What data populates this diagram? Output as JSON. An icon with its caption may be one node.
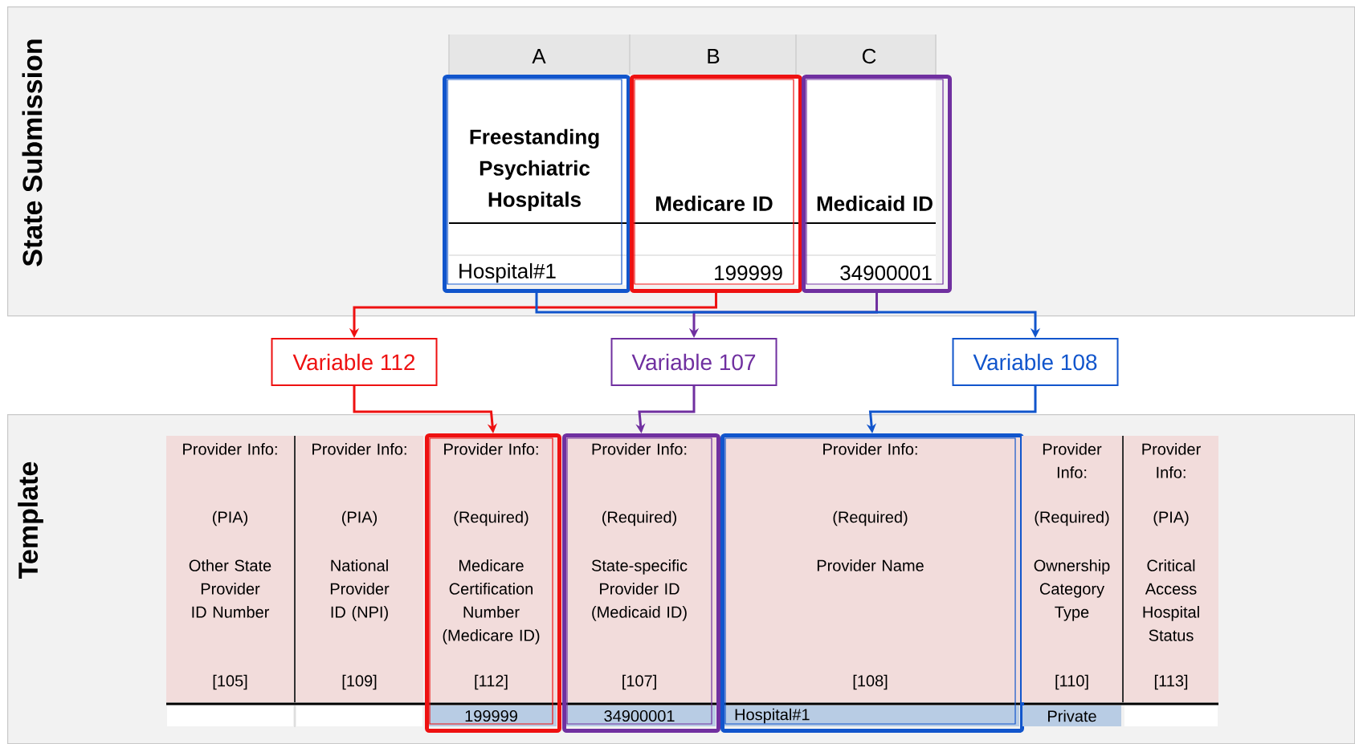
{
  "diagram": {
    "nodes": [
      {
        "text": [
          "State Submission"
        ]
      },
      {
        "text": [
          "Freestanding Psychiatric Hospitals",
          "Hospital#1"
        ],
        "beside": [
          "A"
        ],
        "in": 0
      },
      {
        "text": [
          "Medicare ID",
          "199999"
        ],
        "beside": [
          "B"
        ],
        "in": 0
      },
      {
        "text": [
          "Medicaid ID",
          "34900001"
        ],
        "beside": [
          "C"
        ],
        "in": 0
      },
      {
        "text": [
          "Variable 112"
        ]
      },
      {
        "text": [
          "Variable 107"
        ]
      },
      {
        "text": [
          "Variable 108"
        ]
      },
      {
        "text": [
          "Template"
        ]
      },
      {
        "text": [
          "Provider Info:",
          "(PIA)",
          "Other State Provider ID Number",
          "[105]"
        ],
        "in": 7
      },
      {
        "text": [
          "Provider Info:",
          "(PIA)",
          "National Provider ID (NPI)",
          "[109]"
        ],
        "in": 7
      },
      {
        "text": [
          "Provider Info:",
          "(Required)",
          "Medicare Certification Number (Medicare ID)",
          "[112]",
          "199999"
        ],
        "in": 7
      },
      {
        "text": [
          "Provider Info:",
          "(Required)",
          "State-specific Provider ID (Medicaid ID)",
          "[107]",
          "34900001"
        ],
        "in": 7
      },
      {
        "text": [
          "Provider Info:",
          "(Required)",
          "Provider Name",
          "[108]",
          "Hospital#1"
        ],
        "in": 7
      },
      {
        "text": [
          "Provider Info:",
          "(Required)",
          "Ownership Category Type",
          "[110]",
          "Private"
        ],
        "in": 7
      },
      {
        "text": [
          "Provider Info:",
          "(PIA)",
          "Critical Access Hospital Status",
          "[113]"
        ],
        "in": 7
      }
    ],
    "edges": [
      {
        "from": 2,
        "to": 4,
        "arrow": "to",
        "color": "#ee1111"
      },
      {
        "from": 3,
        "to": 5,
        "arrow": "to",
        "color": "#7030a0"
      },
      {
        "from": 1,
        "to": 6,
        "arrow": "to",
        "color": "#1155cc"
      },
      {
        "from": 4,
        "to": 10,
        "arrow": "to",
        "color": "#ee1111"
      },
      {
        "from": 5,
        "to": 11,
        "arrow": "to",
        "color": "#7030a0"
      },
      {
        "from": 6,
        "to": 12,
        "arrow": "to",
        "color": "#1155cc"
      }
    ]
  }
}
